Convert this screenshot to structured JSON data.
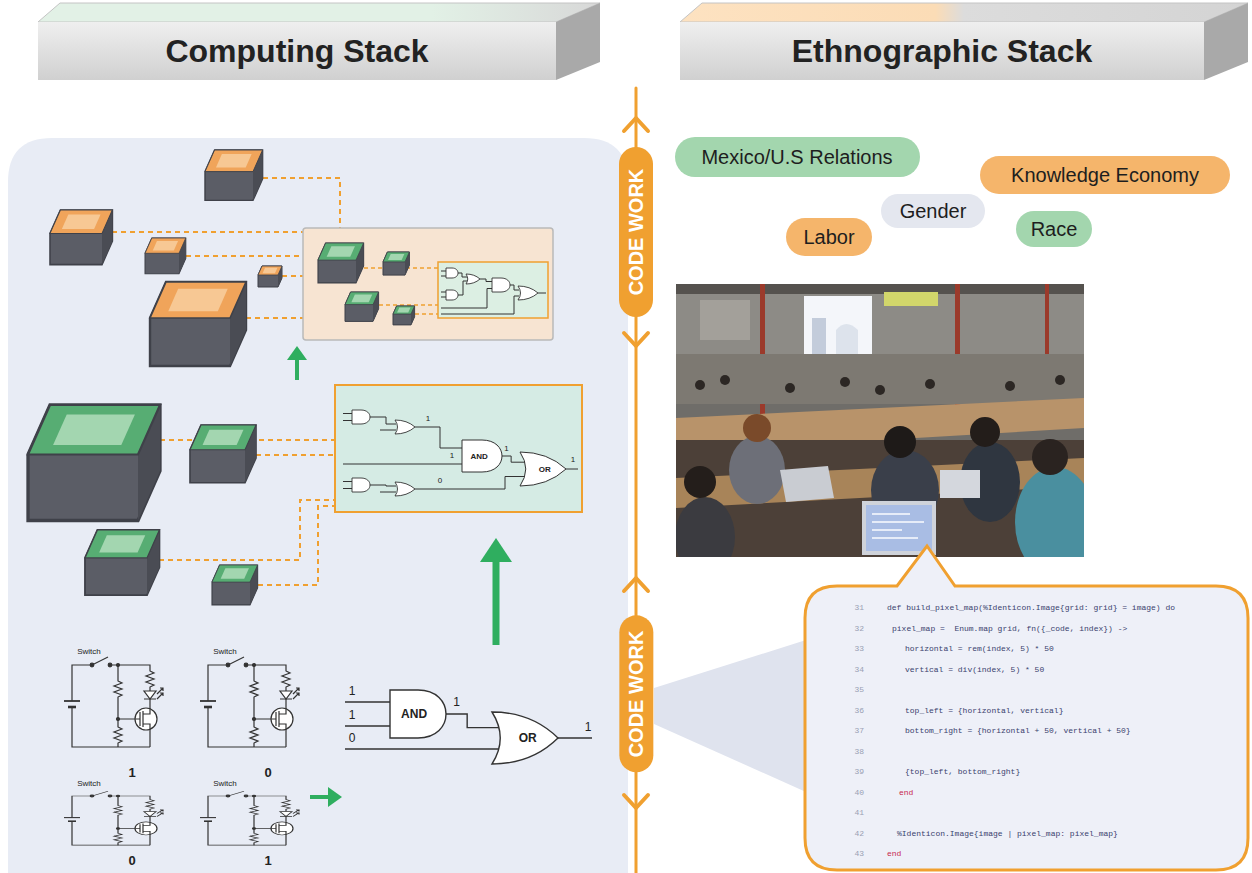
{
  "diagram": {
    "nodes": [
      {
        "text": [
          "Computing Stack"
        ]
      },
      {
        "text": [
          "Ethnographic Stack"
        ]
      },
      {
        "text": [
          "CODE WORK"
        ]
      },
      {
        "text": [
          "Mexico/U.S Relations"
        ]
      },
      {
        "text": [
          "Knowledge Economy"
        ]
      },
      {
        "text": [
          "Gender"
        ]
      },
      {
        "text": [
          "Labor"
        ]
      },
      {
        "text": [
          "Race"
        ]
      },
      {
        "text": [
          "AND"
        ]
      },
      {
        "text": [
          "OR"
        ]
      },
      {
        "text": [
          "AND"
        ]
      },
      {
        "text": [
          "OR"
        ]
      },
      {
        "text": [
          "CODE WORK"
        ]
      },
      {
        "text": [
          "def build_pixel_map(%Identicon.Image{grid: grid} = image) do",
          "pixel_map =  Enum.map grid, fn({_code, index}) ->",
          "horizontal = rem(index, 5) * 50",
          "vertical = div(index, 5) * 50",
          "top_left = {horizontal, vertical}",
          "bottom_right = {horizontal + 50, vertical + 50}",
          "{top_left, bottom_right}",
          "end",
          "%Identicon.Image{image | pixel_map: pixel_map}",
          "end"
        ]
      }
    ],
    "edges": [
      {
        "from": 8,
        "to": 9,
        "arrow": "none",
        "label": "1"
      },
      {
        "from": 10,
        "to": 11,
        "arrow": "none",
        "label": "1"
      }
    ],
    "labels": [
      "1",
      "1",
      "0",
      "1",
      "Switch",
      "Switch",
      "Switch",
      "Switch",
      "1",
      "0",
      "0",
      "1",
      "1",
      "1",
      "0",
      "1",
      "31",
      "32",
      "33",
      "34",
      "35",
      "36",
      "37",
      "38",
      "39",
      "40",
      "41",
      "42",
      "43"
    ]
  }
}
